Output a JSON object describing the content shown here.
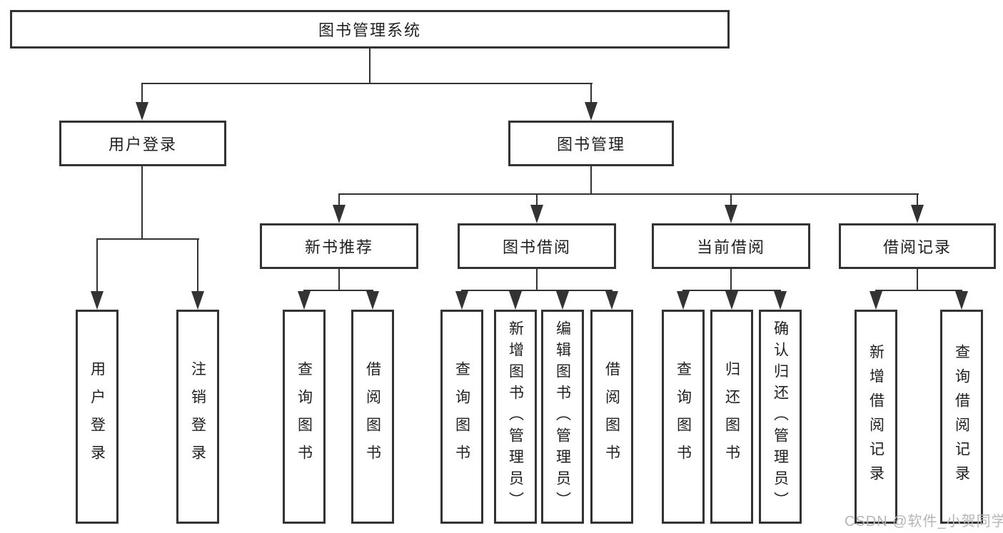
{
  "diagram_type": "hierarchy-tree",
  "nodes": {
    "root": "图书管理系统",
    "l2": [
      "用户登录",
      "图书管理"
    ],
    "l3": [
      "新书推荐",
      "图书借阅",
      "当前借阅",
      "借阅记录"
    ],
    "leaves": {
      "user": [
        "用户登录",
        "注销登录"
      ],
      "newbook": [
        "查询图书",
        "借阅图书"
      ],
      "borrow": [
        "查询图书",
        "新增图书（管理员）",
        "编辑图书（管理员）",
        "借阅图书"
      ],
      "current": [
        "查询图书",
        "归还图书",
        "确认归还（管理员）"
      ],
      "record": [
        "新增借阅记录",
        "查询借阅记录"
      ]
    }
  },
  "hierarchy": {
    "图书管理系统": {
      "用户登录": [
        "用户登录",
        "注销登录"
      ],
      "图书管理": {
        "新书推荐": [
          "查询图书",
          "借阅图书"
        ],
        "图书借阅": [
          "查询图书",
          "新增图书（管理员）",
          "编辑图书（管理员）",
          "借阅图书"
        ],
        "当前借阅": [
          "查询图书",
          "归还图书",
          "确认归还（管理员）"
        ],
        "借阅记录": [
          "新增借阅记录",
          "查询借阅记录"
        ]
      }
    }
  },
  "watermark": "CSDN @软件_小贺同学",
  "colors": {
    "line": "#333333",
    "box_border": "#333333",
    "box_fill": "#ffffff",
    "text": "#1f1f1f",
    "watermark": "#b5b5b5",
    "background": "#ffffff"
  }
}
